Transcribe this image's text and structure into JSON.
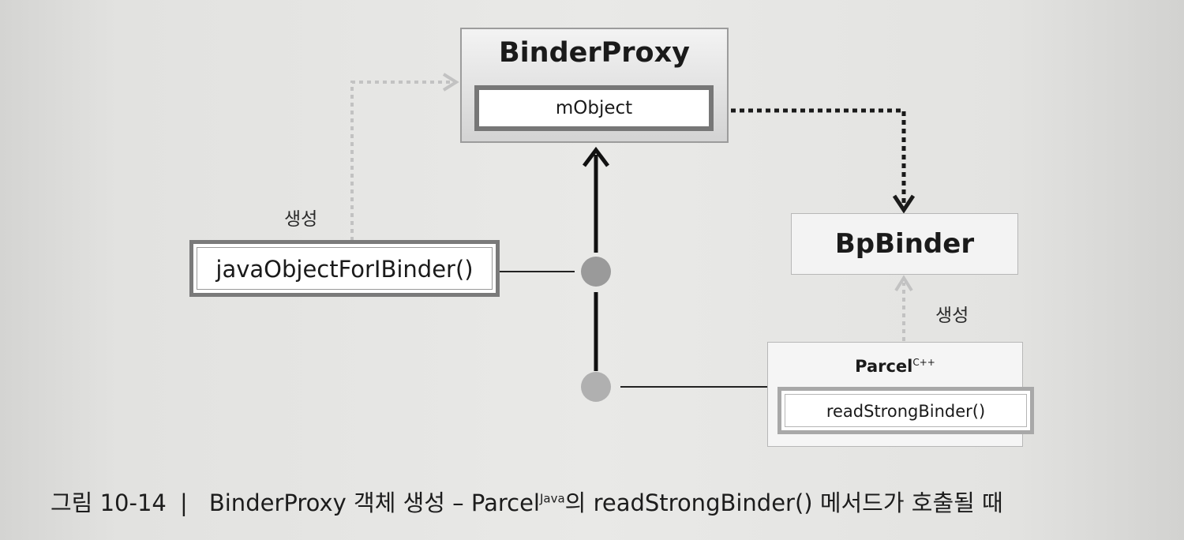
{
  "diagram": {
    "binder_proxy": {
      "title": "BinderProxy",
      "field": "mObject"
    },
    "bpbinder": {
      "title": "BpBinder"
    },
    "java_object_for_ibinder": {
      "label": "javaObjectForIBinder()"
    },
    "parcel": {
      "title": "Parcel",
      "superscript": "C++",
      "method": "readStrongBinder()"
    },
    "create_label_left": "생성",
    "create_label_right": "생성"
  },
  "caption": {
    "figure": "그림 10-14",
    "separator": "|",
    "text_before": "BinderProxy 객체 생성 – Parcel",
    "superscript": "Java",
    "text_after": "의 readStrongBinder() 메서드가 호출될 때"
  }
}
